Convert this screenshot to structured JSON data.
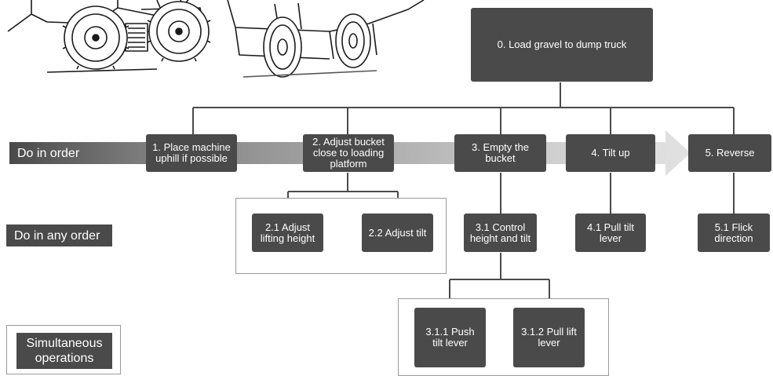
{
  "diagram": {
    "root": "0. Load gravel to dump truck",
    "steps": [
      {
        "label": "1. Place machine\nuphill if possible"
      },
      {
        "label": "2. Adjust bucket\nclose to loading\nplatform"
      },
      {
        "label": "3. Empty the\nbucket"
      },
      {
        "label": "4. Tilt up"
      },
      {
        "label": "5. Reverse"
      }
    ],
    "substeps": {
      "s2_1": "2.1 Adjust\nlifting height",
      "s2_2": "2.2 Adjust tilt",
      "s3_1": "3.1 Control\nheight and tilt",
      "s4_1": "4.1 Pull tilt\nlever",
      "s5_1": "5.1 Flick\ndirection",
      "s3_1_1": "3.1.1 Push\ntilt lever",
      "s3_1_2": "3.1.2 Pull lift\nlever"
    },
    "legend": {
      "order": "Do in order",
      "any_order": "Do in any order",
      "simultaneous": "Simultaneous\noperations"
    },
    "colors": {
      "node": "#4a4a4a",
      "connector": "#4a4a4a",
      "arrow_band": "#d8d8d8",
      "group_border": "#9a9a9a"
    },
    "illustration": "wheel-loader-and-dump-truck-sketch"
  }
}
